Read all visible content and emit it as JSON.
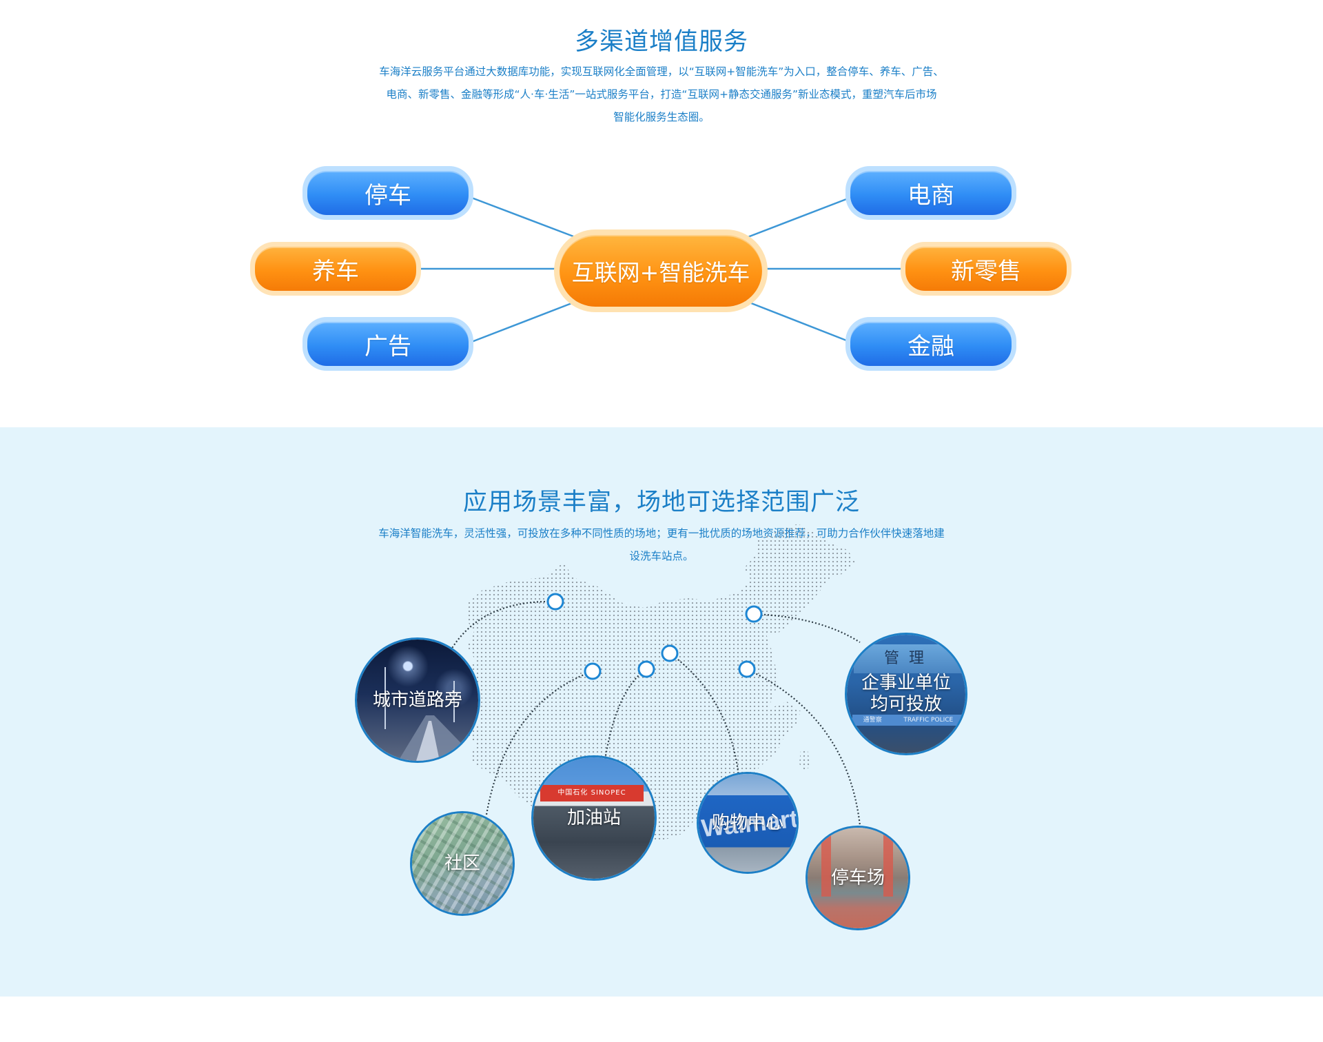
{
  "section1": {
    "title": "多渠道增值服务",
    "desc_line1": "车海洋云服务平台通过大数据库功能，实现互联网化全面管理，以“互联网+智能洗车”为入口，整合停车、养车、广告、",
    "desc_line2": "电商、新零售、金融等形成“人·车·生活”一站式服务平台，打造“互联网+静态交通服务”新业态模式，重塑汽车后市场",
    "desc_line3": "智能化服务生态圈。",
    "center": "互联网+智能洗车",
    "nodes": {
      "parking": "停车",
      "maintenance": "养车",
      "advertising": "广告",
      "ecommerce": "电商",
      "new_retail": "新零售",
      "finance": "金融"
    },
    "colors": {
      "blue": "#2f8df5",
      "orange": "#ff9112",
      "accent": "#1b7fc7"
    }
  },
  "section2": {
    "title": "应用场景丰富，场地可选择范围广泛",
    "desc_line1": "车海洋智能洗车，灵活性强，可投放在多种不同性质的场地；更有一批优质的场地资源推荐，可助力合作伙伴快速落地建",
    "desc_line2": "设洗车站点。",
    "scenes": {
      "roadside": "城市道路旁",
      "enterprise_line1": "企事业单位",
      "enterprise_line2": "均可投放",
      "community": "社区",
      "gas_station": "加油站",
      "mall": "购物中心",
      "parking_lot": "停车场"
    },
    "photo_text": {
      "police_sign": "通警察",
      "police_en": "TRAFFIC POLICE",
      "management": "管理",
      "sinopec_cn": "中国石化",
      "sinopec_en": "SINOPEC",
      "walmart": "Walmart"
    },
    "background": "#e3f4fc"
  }
}
